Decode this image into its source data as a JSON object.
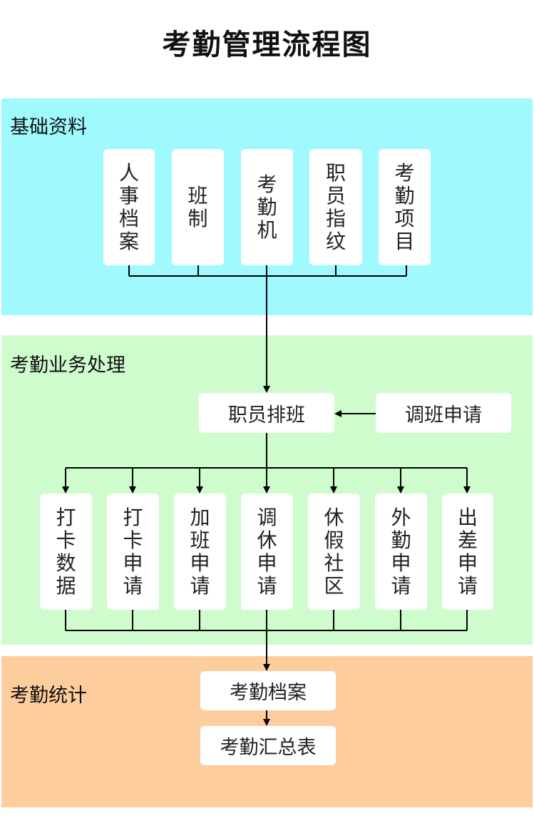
{
  "title": "考勤管理流程图",
  "colors": {
    "basic_bg": "#9ff9fd",
    "process_bg": "#cffccd",
    "stats_bg": "#fecd9e",
    "line": "#000000",
    "box": "#ffffff"
  },
  "sections": {
    "basic": {
      "label": "基础资料",
      "items": [
        "人事档案",
        "班制",
        "考勤机",
        "职员指纹",
        "考勤项目"
      ]
    },
    "process": {
      "label": "考勤业务处理",
      "schedule": "职员排班",
      "adjust": "调班申请",
      "items": [
        "打卡数据",
        "打卡申请",
        "加班申请",
        "调休申请",
        "休假社区",
        "外勤申请",
        "出差申请"
      ]
    },
    "stats": {
      "label": "考勤统计",
      "archive": "考勤档案",
      "summary": "考勤汇总表"
    }
  }
}
